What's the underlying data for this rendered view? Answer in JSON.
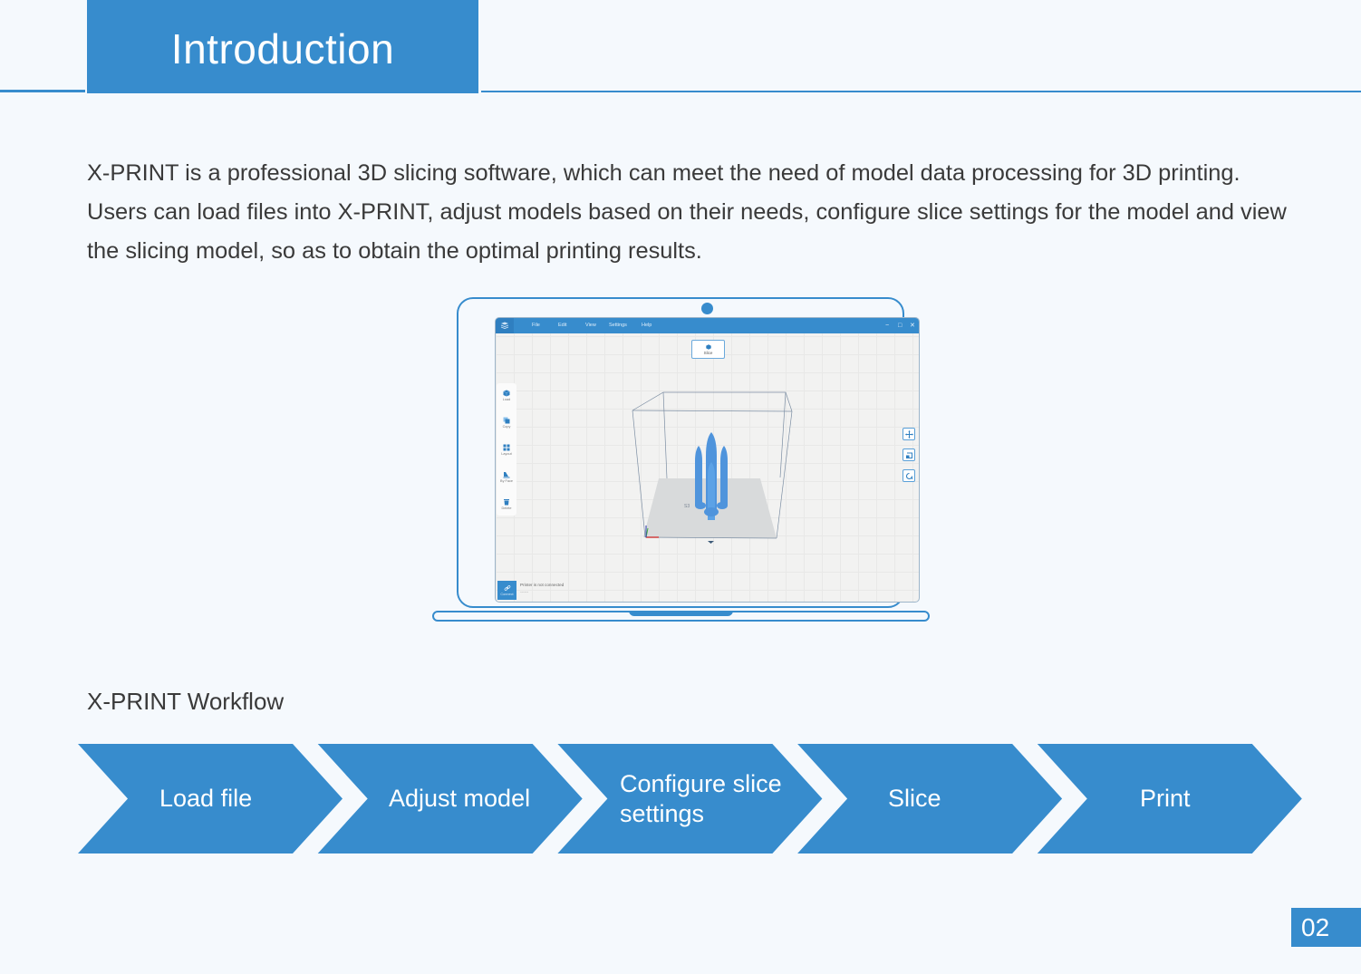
{
  "header": {
    "title": "Introduction"
  },
  "intro": {
    "text": "X-PRINT is a professional 3D slicing software, which can meet the need of model data processing for 3D printing. Users can load files into X-PRINT, adjust models based on their needs, configure slice settings for the model and view the slicing model, so as to obtain the optimal printing results."
  },
  "screenshot": {
    "menu": [
      "File",
      "Edit",
      "View",
      "Settings",
      "Help"
    ],
    "window_controls": {
      "minimize": "−",
      "maximize": "□",
      "close": "✕"
    },
    "slice_button": "Slice",
    "left_tools": [
      {
        "label": "Load",
        "icon": "cube-icon"
      },
      {
        "label": "Copy",
        "icon": "copy-icon"
      },
      {
        "label": "Layout",
        "icon": "layout-grid-icon"
      },
      {
        "label": "By Face",
        "icon": "by-face-icon"
      },
      {
        "label": "Delete",
        "icon": "trash-icon"
      }
    ],
    "right_tools": [
      {
        "icon": "move-icon"
      },
      {
        "icon": "scale-icon"
      },
      {
        "icon": "rotate-icon"
      }
    ],
    "connect_button": "Connect",
    "status": "Printer is not connected",
    "status_sub": "------"
  },
  "workflow": {
    "title": "X-PRINT Workflow",
    "steps": [
      {
        "label": "Load file"
      },
      {
        "label": "Adjust model"
      },
      {
        "label": "Configure slice settings"
      },
      {
        "label": "Slice"
      },
      {
        "label": "Print"
      }
    ]
  },
  "page_number": "02",
  "colors": {
    "accent": "#378ccd",
    "background": "#f5f9fd",
    "text": "#3a3a3a"
  }
}
